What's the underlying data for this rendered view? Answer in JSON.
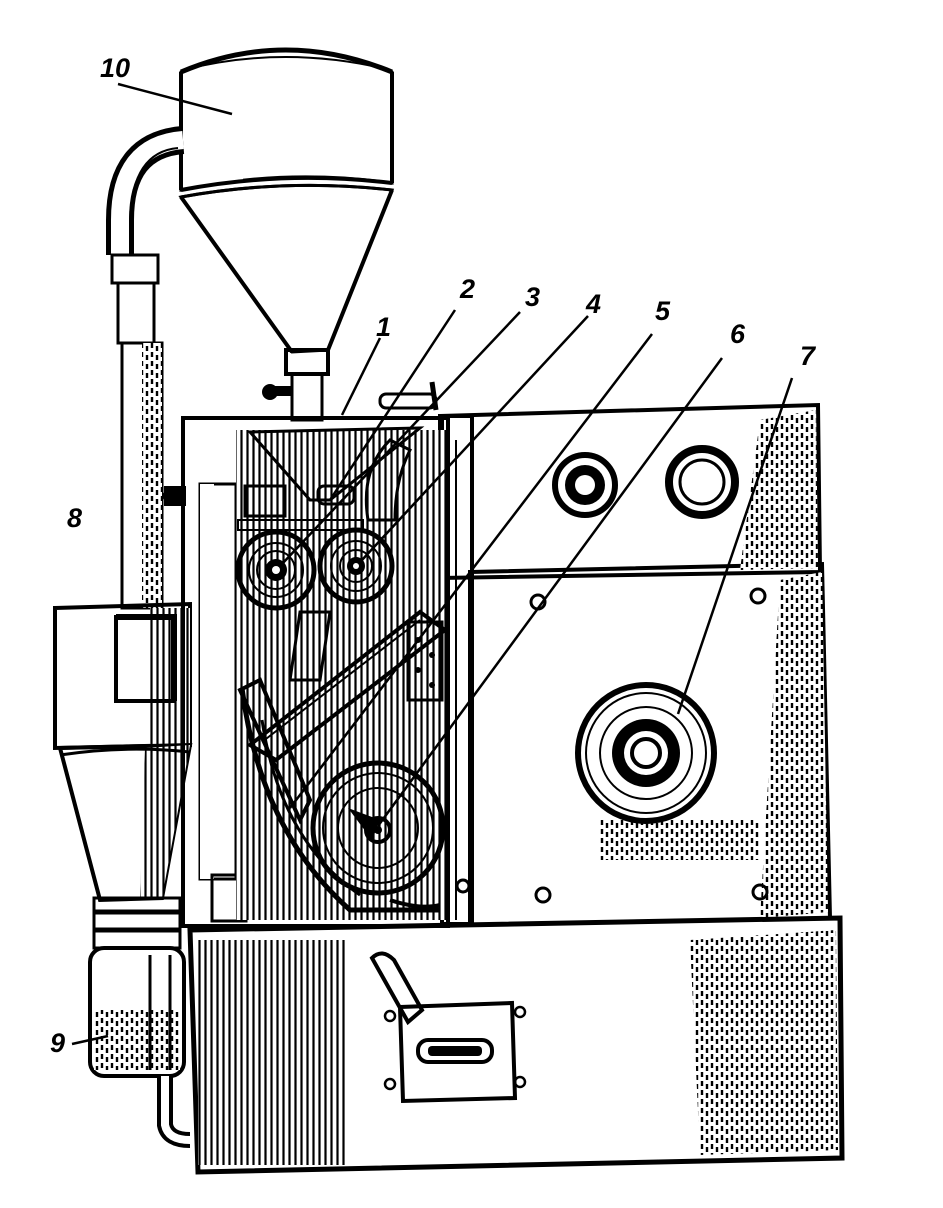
{
  "colors": {
    "ink": "#000000",
    "paper": "#ffffff"
  },
  "callouts": [
    {
      "id": "1",
      "label": "1"
    },
    {
      "id": "2",
      "label": "2"
    },
    {
      "id": "3",
      "label": "3"
    },
    {
      "id": "4",
      "label": "4"
    },
    {
      "id": "5",
      "label": "5"
    },
    {
      "id": "6",
      "label": "6"
    },
    {
      "id": "7",
      "label": "7"
    },
    {
      "id": "8",
      "label": "8"
    },
    {
      "id": "9",
      "label": "9"
    },
    {
      "id": "10",
      "label": "10"
    }
  ]
}
